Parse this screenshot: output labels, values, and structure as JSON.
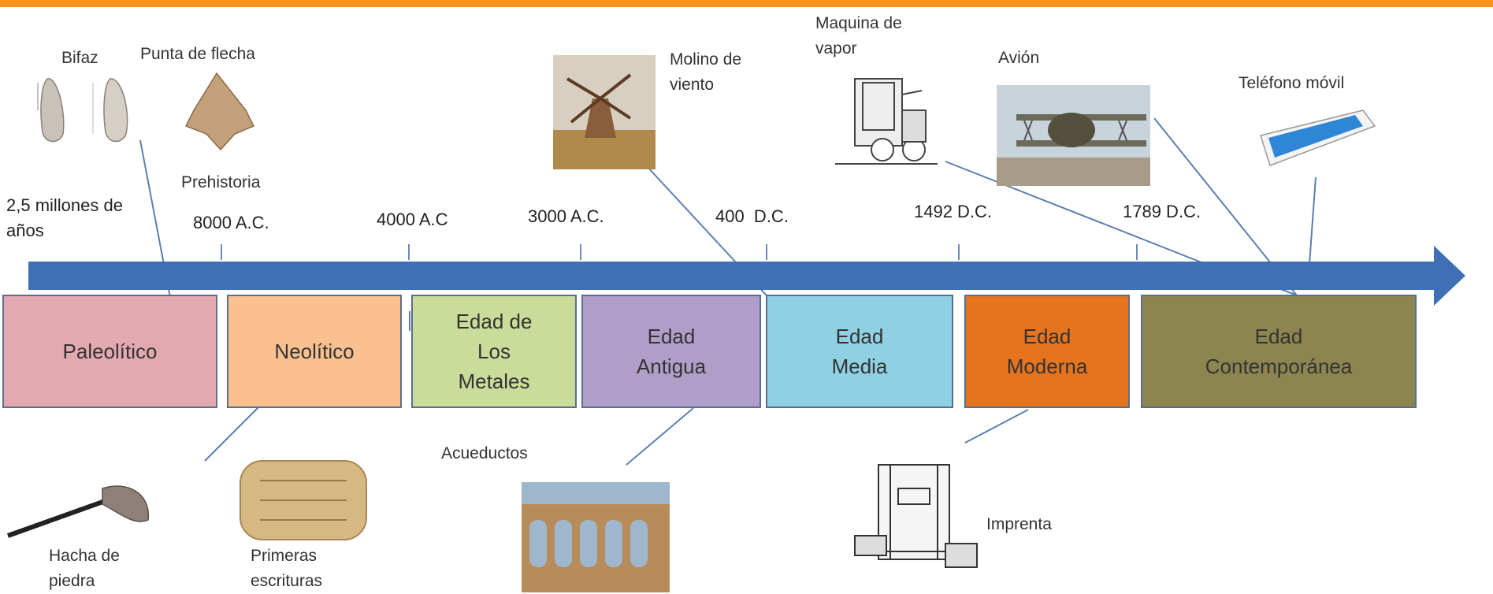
{
  "header_color": "#f7941d",
  "arrow_color": "#3f6fb4",
  "periods": [
    {
      "label": "Paleolítico",
      "color": "#e4a8b0"
    },
    {
      "label": "Neolítico",
      "color": "#fbc08f"
    },
    {
      "label": "Edad de\nLos\nMetales",
      "color": "#cbdc9a"
    },
    {
      "label": "Edad\nAntigua",
      "color": "#b09ec9"
    },
    {
      "label": "Edad\nMedia",
      "color": "#8fd0e2"
    },
    {
      "label": "Edad\nModerna",
      "color": "#e6731e"
    },
    {
      "label": "Edad\nContemporánea",
      "color": "#8d8550"
    }
  ],
  "dates": {
    "origin": "2,5 millones de\naños",
    "d1": "8000 A.C.",
    "d2": "4000 A.C",
    "d3": "3000 A.C.",
    "d4": "400  D.C.",
    "d5": "1492 D.C.",
    "d6": "1789 D.C."
  },
  "era_label": "Prehistoria",
  "inventions": {
    "bifaz": "Bifaz",
    "punta": "Punta de flecha",
    "molino": "Molino de\nviento",
    "maquina": "Maquina de\nvapor",
    "avion": "Avión",
    "telefono": "Teléfono móvil",
    "hacha": "Hacha de\npiedra",
    "escrituras": "Primeras\nescrituras",
    "acueductos": "Acueductos",
    "imprenta": "Imprenta"
  },
  "icons": [
    "biface-icon",
    "arrowhead-icon",
    "windmill-icon",
    "steam-engine-icon",
    "airplane-icon",
    "mobile-phone-icon",
    "stone-axe-icon",
    "clay-tablet-icon",
    "aqueduct-icon",
    "printing-press-icon"
  ]
}
